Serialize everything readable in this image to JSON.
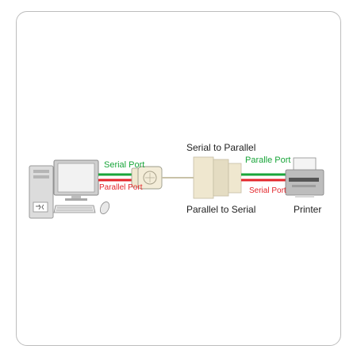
{
  "labels": {
    "left_serial_port": "Serial Port",
    "left_parallel_port": "Parallel Port",
    "serial_to_parallel": "Serial to Parallel",
    "parallel_to_serial": "Parallel to Serial",
    "right_parallel_port": "Paralle Port",
    "right_serial_port": "Serial Port",
    "printer": "Printer"
  },
  "colors": {
    "serial_line": "#19a53a",
    "parallel_line": "#e3262b",
    "label_text": "#222222",
    "adapter_body": "#efe7cf"
  },
  "icons": [
    "computer-icon",
    "connector-icon",
    "converter-icon",
    "printer-icon"
  ]
}
